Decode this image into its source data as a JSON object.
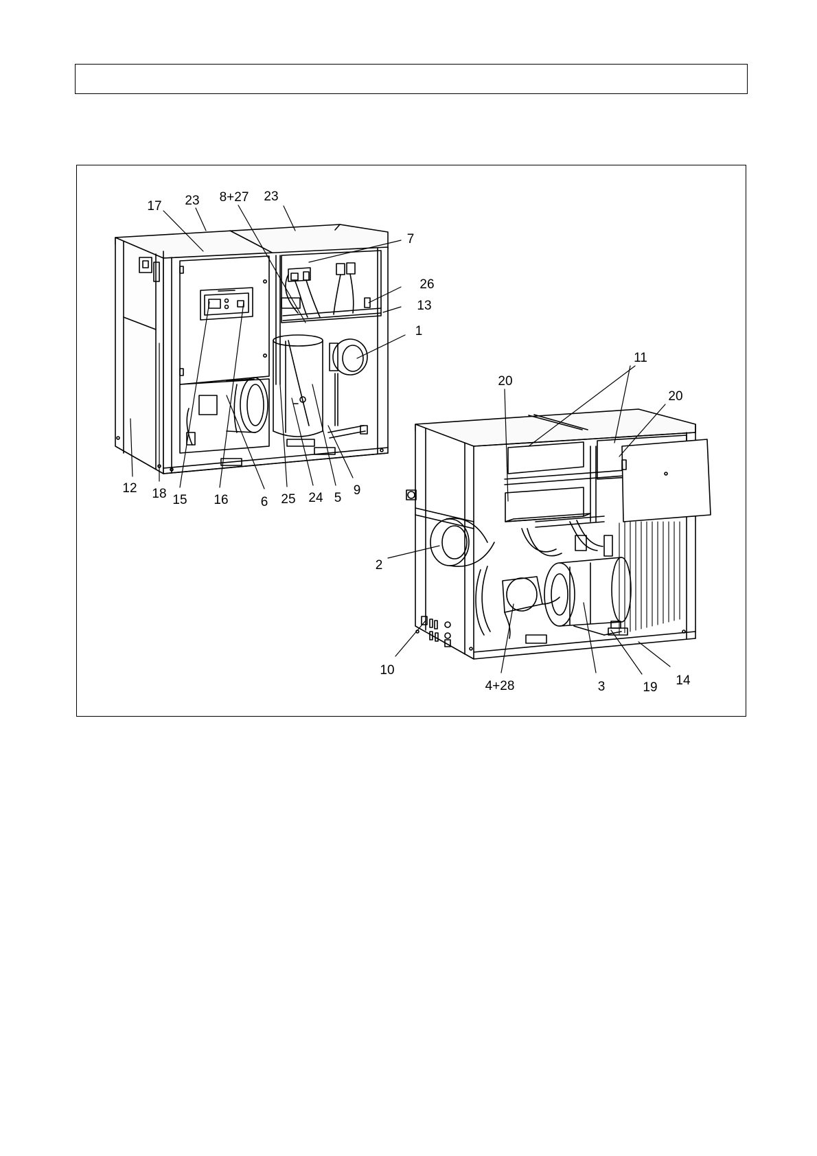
{
  "header": {
    "text": ""
  },
  "figure": {
    "callouts": {
      "c17": "17",
      "c23a": "23",
      "c827": "8+27",
      "c23b": "23",
      "c7": "7",
      "c26": "26",
      "c13": "13",
      "c1": "1",
      "c12": "12",
      "c18": "18",
      "c15": "15",
      "c16": "16",
      "c6": "6",
      "c25": "25",
      "c24": "24",
      "c5": "5",
      "c9": "9",
      "c11": "11",
      "c20a": "20",
      "c20b": "20",
      "c2": "2",
      "c10": "10",
      "c428": "4+28",
      "c3": "3",
      "c19": "19",
      "c14": "14"
    }
  }
}
